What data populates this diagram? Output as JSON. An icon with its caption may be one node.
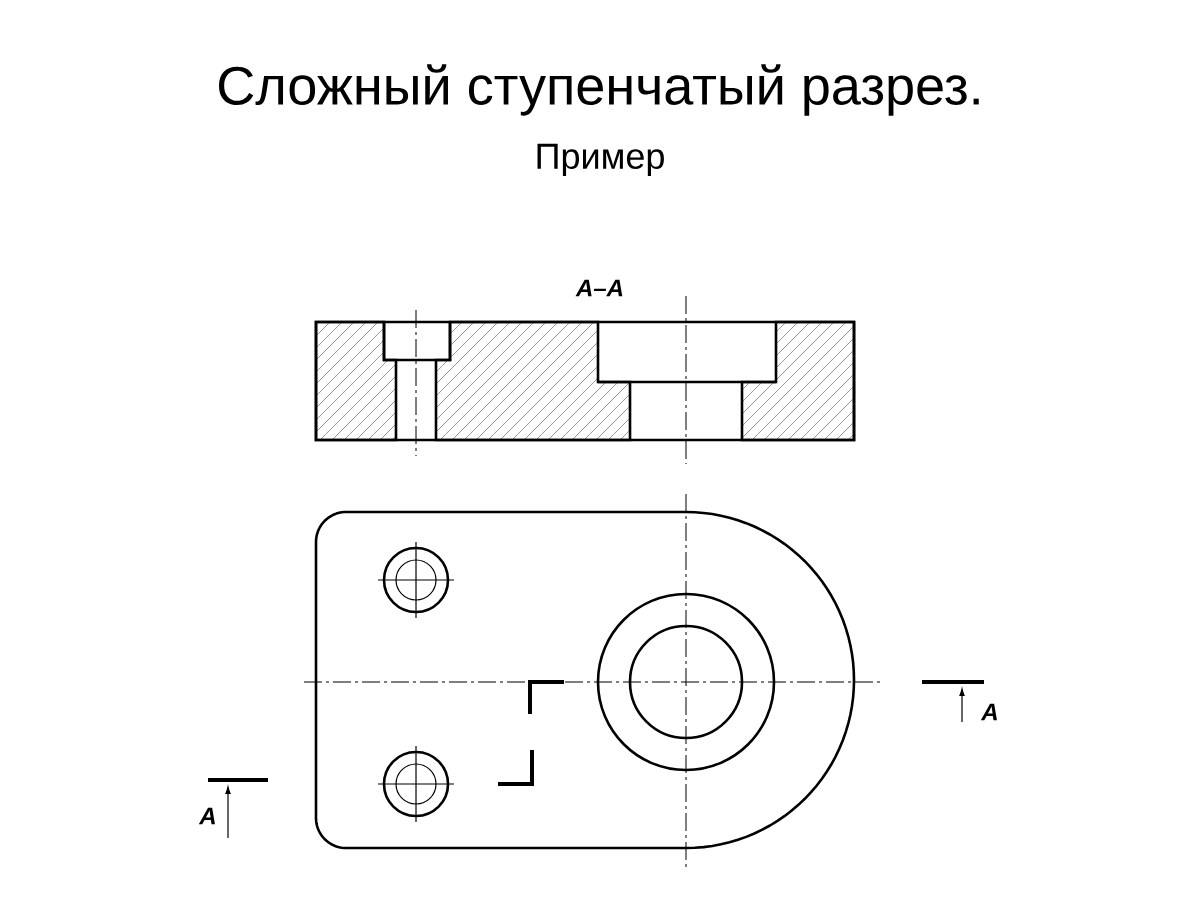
{
  "diagram": {
    "title": "Сложный ступенчатый разрез.",
    "labels": [
      "Пример",
      "А–А",
      "А",
      "А"
    ]
  }
}
